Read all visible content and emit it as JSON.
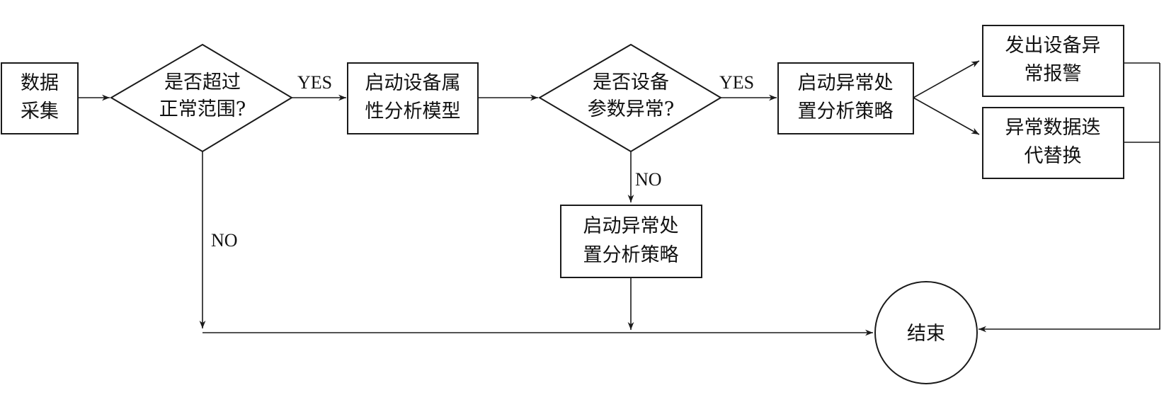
{
  "nodes": {
    "data_collect": {
      "lines": [
        "数据",
        "采集"
      ]
    },
    "check_range": {
      "lines": [
        "是否超过",
        "正常范围?"
      ]
    },
    "start_model": {
      "lines": [
        "启动设备属",
        "性分析模型"
      ]
    },
    "check_param": {
      "lines": [
        "是否设备",
        "参数异常?"
      ]
    },
    "strategy_top": {
      "lines": [
        "启动异常处",
        "置分析策略"
      ]
    },
    "alarm": {
      "lines": [
        "发出设备异",
        "常报警"
      ]
    },
    "replace": {
      "lines": [
        "异常数据迭",
        "代替换"
      ]
    },
    "strategy_bottom": {
      "lines": [
        "启动异常处",
        "置分析策略"
      ]
    },
    "end": {
      "label": "结束"
    }
  },
  "edge_labels": {
    "range_yes": "YES",
    "param_yes": "YES",
    "range_no": "NO",
    "param_no": "NO"
  }
}
